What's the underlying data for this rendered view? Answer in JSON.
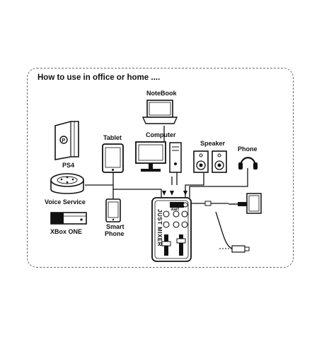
{
  "heading": "How to use in office or home ....",
  "devices": {
    "notebook": "NoteBook",
    "computer": "Computer",
    "tablet": "Tablet",
    "ps4": "PS4",
    "speaker": "Speaker",
    "phone": "Phone",
    "voice_service": "Voice Service",
    "xbox": "XBox ONE",
    "smart_phone_line1": "Smart",
    "smart_phone_line2": "Phone"
  },
  "mixer": {
    "brand": "kart",
    "model": "JUST MIXER"
  }
}
